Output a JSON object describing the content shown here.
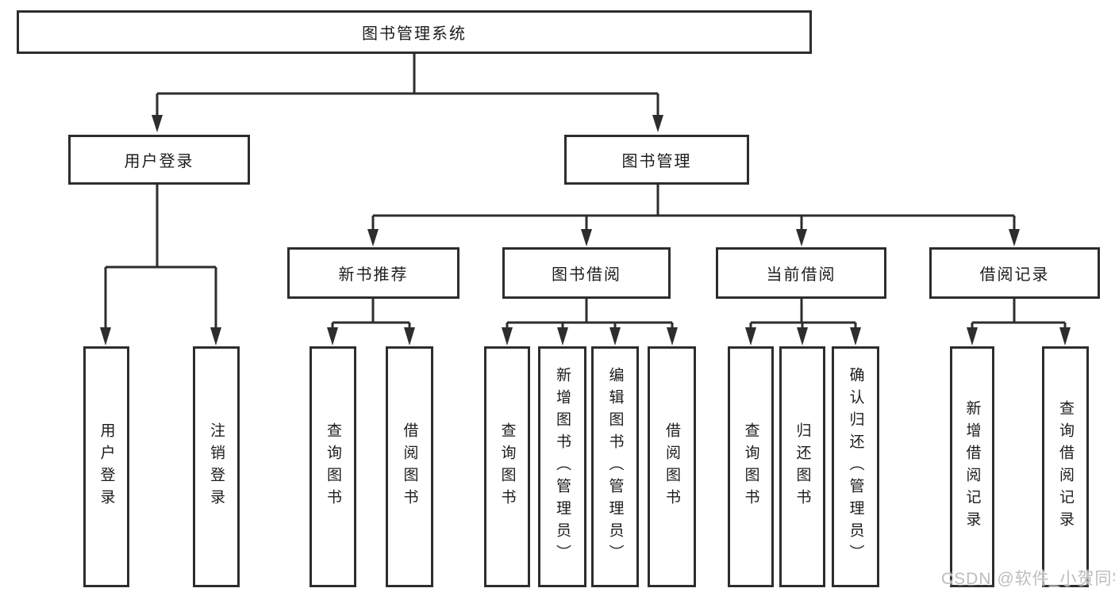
{
  "diagram": {
    "type": "tree",
    "title": "图书管理系统",
    "line_color": "#2d2d2d",
    "box_background": "#ffffff",
    "text_color": "#1c1c1c",
    "watermark_color": "#bdbdbd"
  },
  "nodes": {
    "root": {
      "label": "图书管理系统"
    },
    "user_login": {
      "label": "用户登录"
    },
    "book_mgmt": {
      "label": "图书管理"
    },
    "new_book_rec": {
      "label": "新书推荐"
    },
    "book_borrow": {
      "label": "图书借阅"
    },
    "current_borrow": {
      "label": "当前借阅"
    },
    "borrow_records": {
      "label": "借阅记录"
    },
    "user_login_op": {
      "label": "用户登录"
    },
    "logout_op": {
      "label": "注销登录"
    },
    "query_books_1": {
      "label": "查询图书"
    },
    "borrow_books_1": {
      "label": "借阅图书"
    },
    "query_books_2": {
      "label": "查询图书"
    },
    "add_books_admin": {
      "label": "新增图书（管理员）"
    },
    "edit_books_admin": {
      "label": "编辑图书（管理员）"
    },
    "borrow_books_2": {
      "label": "借阅图书"
    },
    "query_books_3": {
      "label": "查询图书"
    },
    "return_books": {
      "label": "归还图书"
    },
    "confirm_return_admin": {
      "label": "确认归还（管理员）"
    },
    "add_borrow_record": {
      "label": "新增借阅记录"
    },
    "query_borrow_record": {
      "label": "查询借阅记录"
    }
  },
  "hierarchy": {
    "图书管理系统": {
      "用户登录": [
        "用户登录",
        "注销登录"
      ],
      "图书管理": {
        "新书推荐": [
          "查询图书",
          "借阅图书"
        ],
        "图书借阅": [
          "查询图书",
          "新增图书（管理员）",
          "编辑图书（管理员）",
          "借阅图书"
        ],
        "当前借阅": [
          "查询图书",
          "归还图书",
          "确认归还（管理员）"
        ],
        "借阅记录": [
          "新增借阅记录",
          "查询借阅记录"
        ]
      }
    }
  },
  "watermark": "CSDN @软件_小贺同学"
}
